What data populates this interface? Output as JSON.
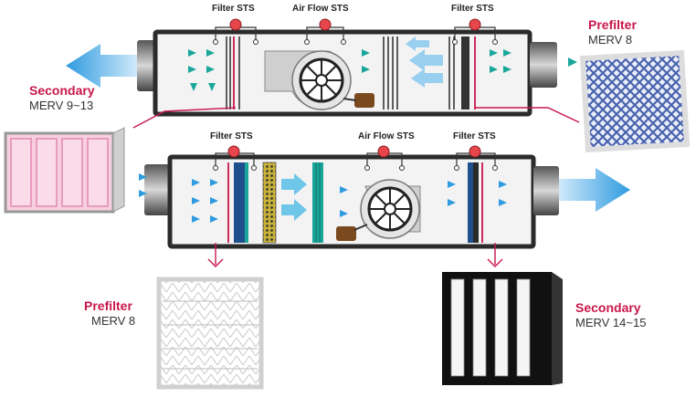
{
  "colors": {
    "accent": "#c8174b",
    "airflow": "#4aa8e0",
    "duct_outline": "#2b2b2b",
    "duct_fill": "#f3f3f3",
    "pink_filter": "#f4b8cf",
    "blue_filter": "#5a72b8",
    "teal_arrow": "#1aa79b"
  },
  "top_unit": {
    "sensor_labels": [
      "Filter STS",
      "Air Flow STS",
      "Filter STS"
    ]
  },
  "bottom_unit": {
    "sensor_labels": [
      "Filter STS",
      "Air Flow STS",
      "Filter STS"
    ]
  },
  "filters": {
    "top_left": {
      "title": "Secondary",
      "rating": "MERV 9~13"
    },
    "top_right": {
      "title": "Prefilter",
      "rating": "MERV 8"
    },
    "bottom_left": {
      "title": "Prefilter",
      "rating": "MERV 8"
    },
    "bottom_right": {
      "title": "Secondary",
      "rating": "MERV 14~15"
    }
  },
  "icons": [
    "fan-icon",
    "motor-icon",
    "sensor-gauge-icon",
    "airflow-arrow-icon"
  ]
}
